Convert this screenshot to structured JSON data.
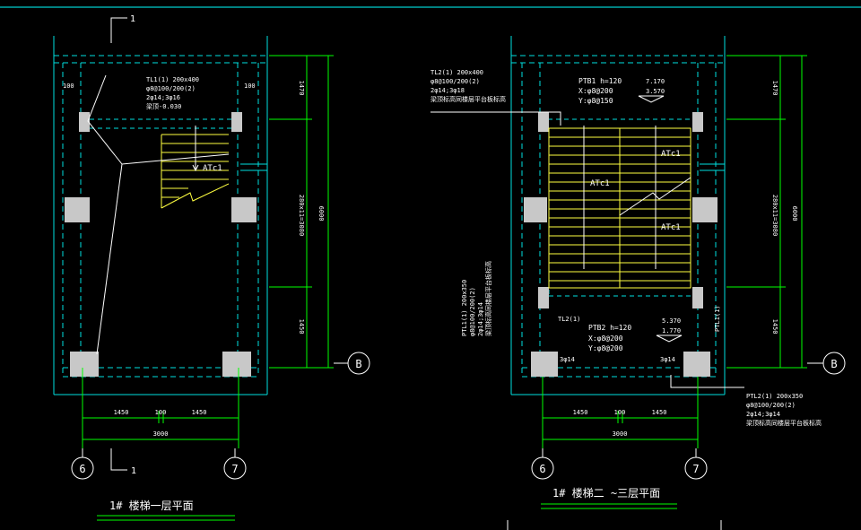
{
  "colors": {
    "background": "#000000",
    "wall": "#00e0e0",
    "dim": "#00ff00",
    "stair": "#ffff40",
    "column": "#c8c8c8",
    "text": "#ffffff",
    "grid_circle": "#ffffff",
    "border": "#00ffff"
  },
  "plan1": {
    "section_mark": "1",
    "section_mark_bottom": "1",
    "title": "1# 楼梯一层平面",
    "beam_note": [
      "TL1(1) 200x400",
      "φ8@100/200(2)",
      "2φ14;3φ16",
      "梁顶-0.030"
    ],
    "stair_label": "ATc1",
    "dim_left_100": "100",
    "dim_right_100": "100",
    "dims_vertical": [
      "1470",
      "280x11=3080",
      "1450"
    ],
    "dim_total_vertical": "6000",
    "dims_horizontal": [
      "1450",
      "100",
      "1450"
    ],
    "dim_total_horizontal": "3000",
    "axis_left": "6",
    "axis_right": "7",
    "axis_row": "B"
  },
  "plan2": {
    "title": "1# 楼梯二   ~三层平面",
    "beam_note": [
      "TL2(1) 200x400",
      "φ8@100/200(2)",
      "2φ14;3φ18",
      "梁顶标高同楼层平台板标高"
    ],
    "ptb1": [
      "PTB1  h=120",
      "X:φ8@200",
      "Y:φ8@150"
    ],
    "elev_top": [
      "7.170",
      "3.570"
    ],
    "stair_label_1": "ATc1",
    "stair_label_2": "ATc1",
    "stair_label_3": "ATc1",
    "ptl1_note": [
      "PTL1(1) 200x350",
      "φ8@100/200(2)",
      "2φ14;3φ14",
      "梁顶标高同楼层平台板标高"
    ],
    "tl2_tag": "TL2(1)",
    "ptb2": [
      "PTB2  h=120",
      "X:φ8@200",
      "Y:φ8@200"
    ],
    "elev_bottom": [
      "5.370",
      "1.770"
    ],
    "ptl1_tag": "PTL1(1)",
    "rebar_left": "3φ14",
    "rebar_right": "3φ14",
    "ptl2_note": [
      "PTL2(1) 200x350",
      "φ8@100/200(2)",
      "2φ14;3φ14",
      "梁顶标高同楼层平台板标高"
    ],
    "dims_vertical": [
      "1470",
      "280x11=3080",
      "1450"
    ],
    "dim_total_vertical": "6000",
    "dims_horizontal": [
      "1450",
      "100",
      "1450"
    ],
    "dim_total_horizontal": "3000",
    "axis_left": "6",
    "axis_right": "7",
    "axis_row": "B"
  }
}
